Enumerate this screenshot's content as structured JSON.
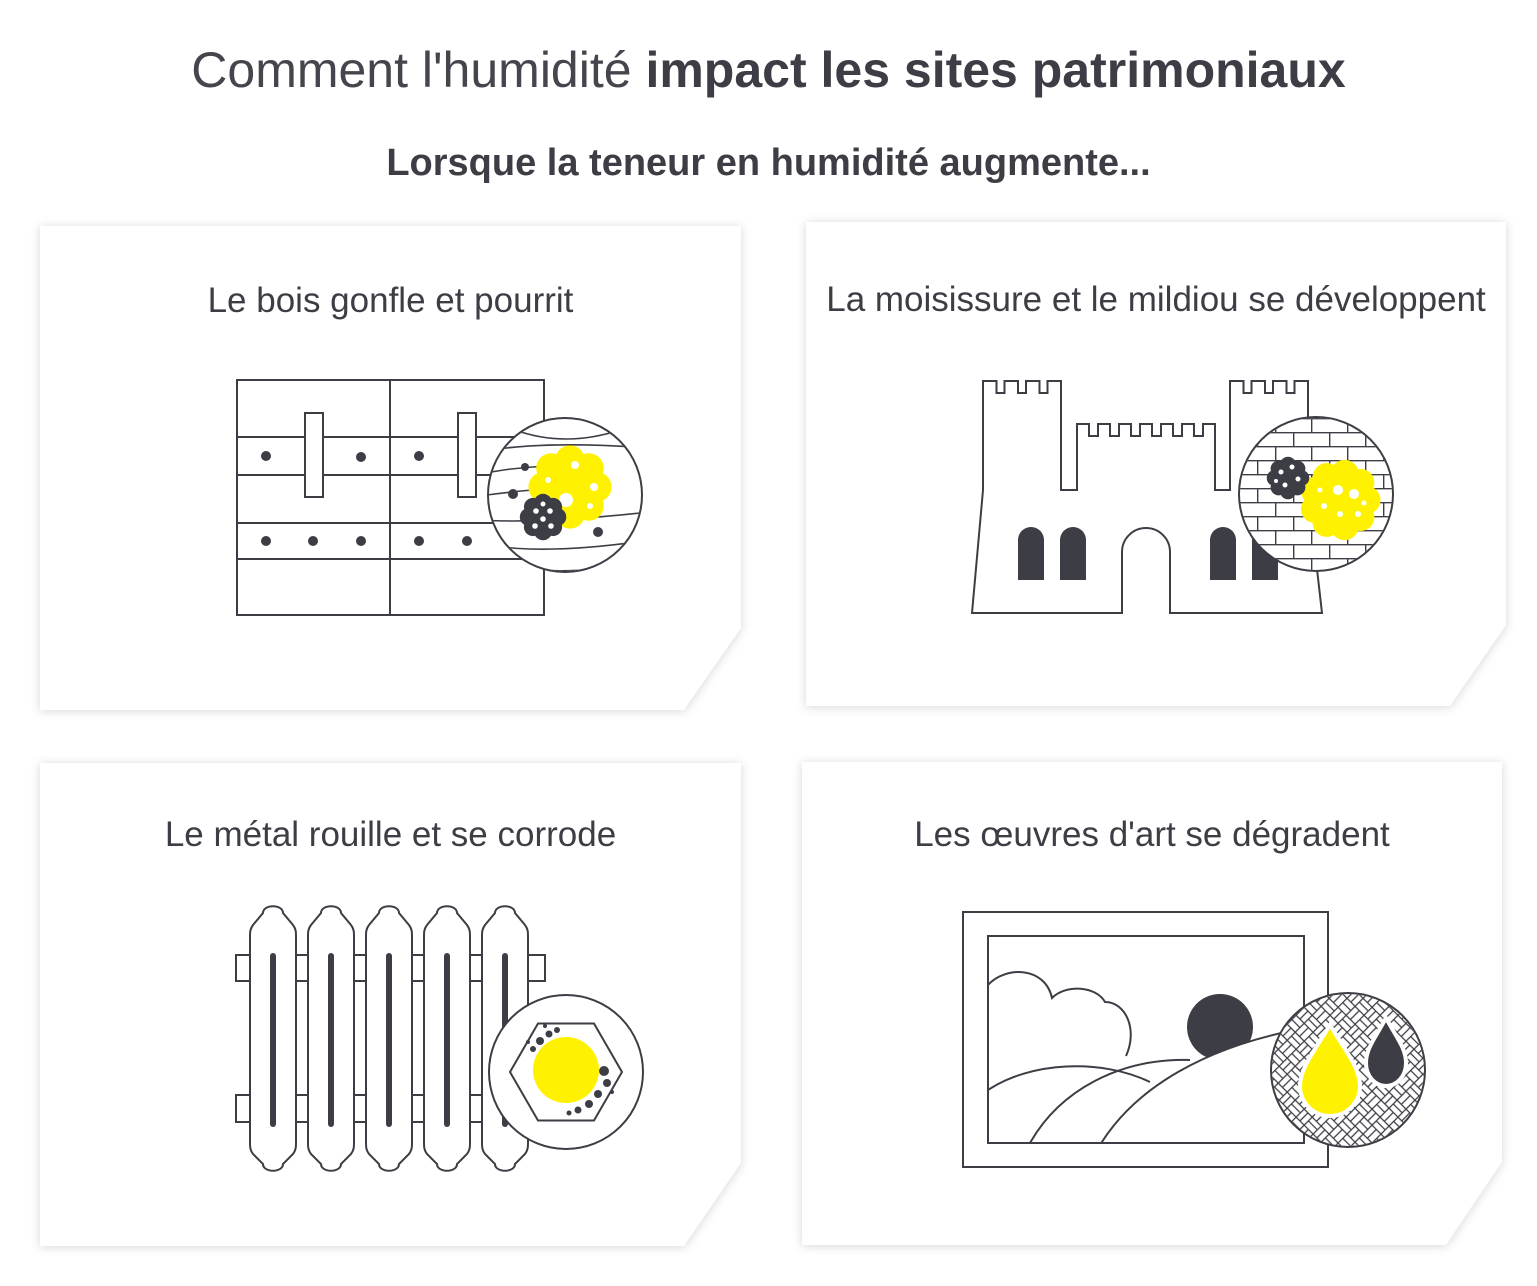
{
  "header": {
    "title_light": "Comment l'humidité",
    "title_bold": "impact les sites patrimoniaux",
    "subtitle": "Lorsque la teneur en humidité augmente..."
  },
  "cards": [
    {
      "title": "Le bois gonfle et pourrit",
      "icon": "wood-panel-icon"
    },
    {
      "title": "La moisissure et le mildiou se développent",
      "icon": "castle-icon"
    },
    {
      "title": "Le métal rouille et se corrode",
      "icon": "radiator-icon"
    },
    {
      "title": "Les œuvres d'art se dégradent",
      "icon": "painting-frame-icon"
    }
  ],
  "colors": {
    "text": "#3d3d45",
    "accent": "#fff200",
    "card_background": "#ffffff"
  }
}
